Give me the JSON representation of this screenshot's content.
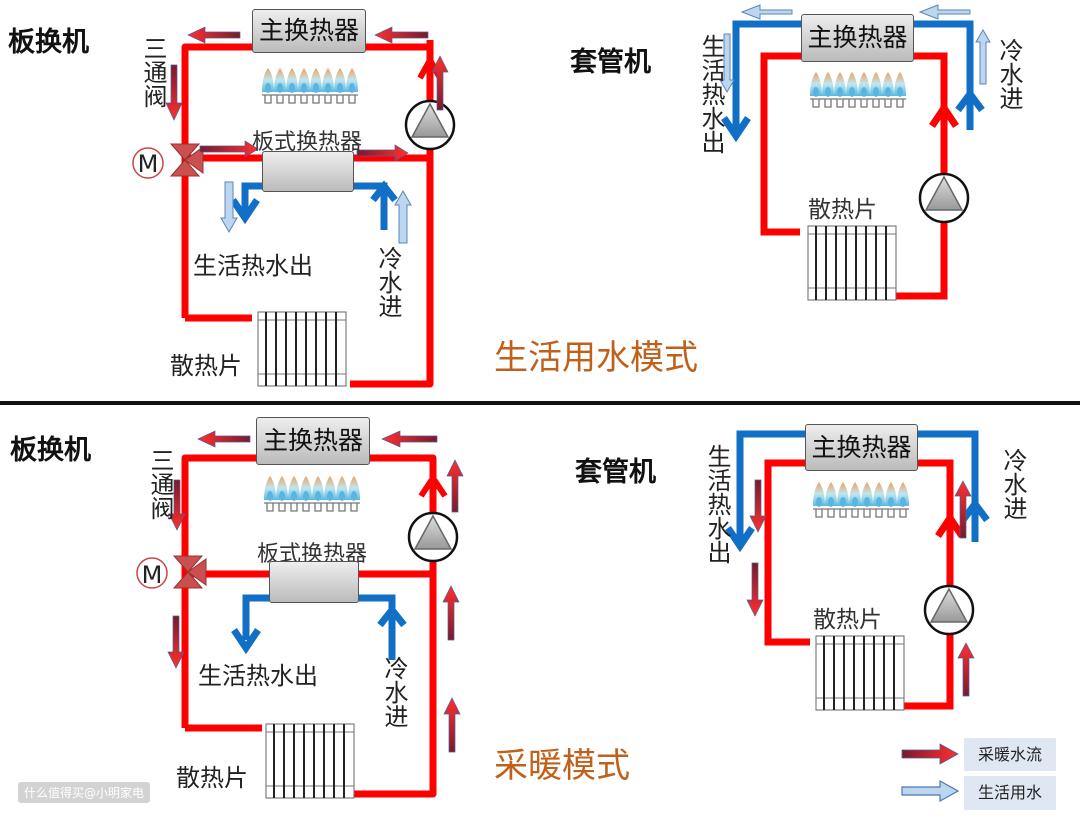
{
  "colors": {
    "heating_pipe": "#ff0000",
    "domestic_pipe": "#1170c6",
    "mode_title": "#c0601a",
    "legend_bg": "#dfe8f2",
    "divider": "#111111"
  },
  "panels": [
    {
      "id": "top-left",
      "machine_label": "板换机",
      "main_heat_exchanger": "主换热器",
      "three_way_valve": "三通阀",
      "motor": "M",
      "plate_heat_exchanger": "板式换热器",
      "hot_water_out": "生活热水出",
      "cold_water_in": "冷水进",
      "radiator": "散热片"
    },
    {
      "id": "top-right",
      "machine_label": "套管机",
      "main_heat_exchanger": "主换热器",
      "hot_water_out": "生活热水出",
      "cold_water_in": "冷水进",
      "radiator": "散热片"
    },
    {
      "id": "bottom-left",
      "machine_label": "板换机",
      "main_heat_exchanger": "主换热器",
      "three_way_valve": "三通阀",
      "motor": "M",
      "plate_heat_exchanger": "板式换热器",
      "hot_water_out": "生活热水出",
      "cold_water_in": "冷水进",
      "radiator": "散热片"
    },
    {
      "id": "bottom-right",
      "machine_label": "套管机",
      "main_heat_exchanger": "主换热器",
      "hot_water_out": "生活热水出",
      "cold_water_in": "冷水进",
      "radiator": "散热片"
    }
  ],
  "modes": {
    "top": "生活用水模式",
    "bottom": "采暖模式"
  },
  "legend": [
    {
      "icon": "heating-flow-arrow-icon",
      "label": "采暖水流"
    },
    {
      "icon": "domestic-flow-arrow-icon",
      "label": "生活用水"
    }
  ],
  "watermark": "什么值得买@小明家电"
}
